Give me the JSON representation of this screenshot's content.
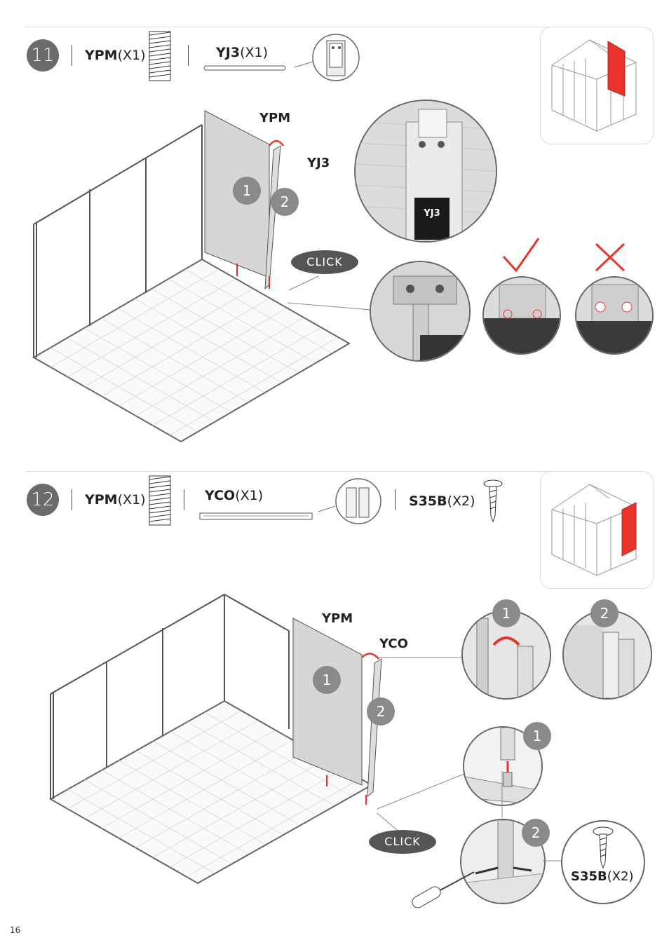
{
  "page_number": "16",
  "steps": [
    {
      "number": "11",
      "parts": [
        {
          "code": "YPM",
          "qty": "(X1)"
        },
        {
          "code": "YJ3",
          "qty": "(X1)"
        }
      ],
      "labels": {
        "panel": "YPM",
        "profile": "YJ3"
      },
      "markers": [
        "1",
        "2"
      ],
      "click_text": "CLICK",
      "detail_tag": "YJ3",
      "check_states": [
        "correct",
        "incorrect"
      ]
    },
    {
      "number": "12",
      "parts": [
        {
          "code": "YPM",
          "qty": "(X1)"
        },
        {
          "code": "YCO",
          "qty": "(X1)"
        },
        {
          "code": "S35B",
          "qty": "(X2)"
        }
      ],
      "labels": {
        "panel": "YPM",
        "profile": "YCO"
      },
      "markers": [
        "1",
        "2"
      ],
      "click_text": "CLICK",
      "detail_markers": [
        "1",
        "2",
        "1",
        "2"
      ],
      "screw_label": {
        "code": "S35B",
        "qty": "(X2)"
      }
    }
  ],
  "colors": {
    "highlight": "#e8342a",
    "arrow": "#e8342a",
    "badge": "#6b6b6b",
    "check": "#e8342a"
  },
  "icons": [
    "panel-icon",
    "profile-icon",
    "screw-icon",
    "check-icon",
    "cross-icon",
    "screwdriver-icon"
  ]
}
